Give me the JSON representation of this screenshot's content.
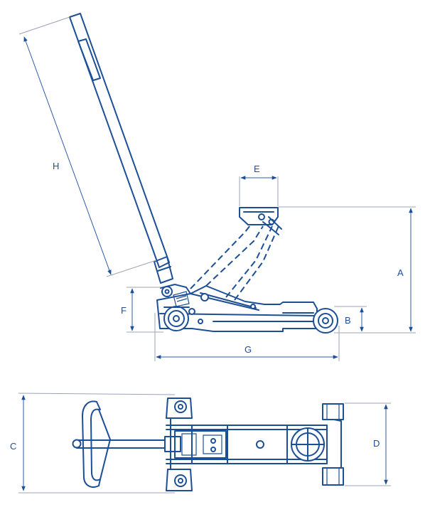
{
  "dimensions": {
    "A": "A",
    "B": "B",
    "C": "C",
    "D": "D",
    "E": "E",
    "F": "F",
    "G": "G",
    "H": "H"
  },
  "colors": {
    "line": "#1d4f96",
    "dimension": "#9aa3b5",
    "background": "#ffffff"
  }
}
